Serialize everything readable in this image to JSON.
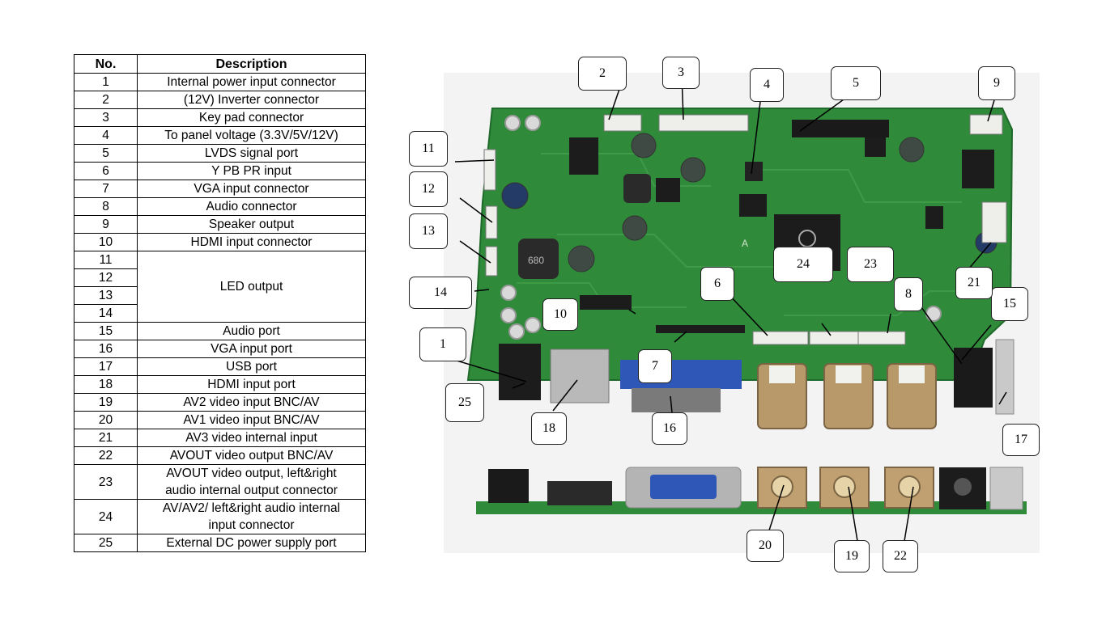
{
  "table": {
    "header_no": "No.",
    "header_desc": "Description",
    "rows": [
      {
        "no": "1",
        "desc": "Internal power input connector"
      },
      {
        "no": "2",
        "desc": "(12V) Inverter connector"
      },
      {
        "no": "3",
        "desc": "Key pad connector"
      },
      {
        "no": "4",
        "desc": "To panel voltage (3.3V/5V/12V)"
      },
      {
        "no": "5",
        "desc": "LVDS signal port"
      },
      {
        "no": "6",
        "desc": "Y PB PR input"
      },
      {
        "no": "7",
        "desc": "VGA input connector"
      },
      {
        "no": "8",
        "desc": "Audio connector"
      },
      {
        "no": "9",
        "desc": "Speaker output"
      },
      {
        "no": "10",
        "desc": "HDMI input connector"
      },
      {
        "no": "11",
        "desc": "LED output"
      },
      {
        "no": "12",
        "desc": ""
      },
      {
        "no": "13",
        "desc": ""
      },
      {
        "no": "14",
        "desc": ""
      },
      {
        "no": "15",
        "desc": "Audio port"
      },
      {
        "no": "16",
        "desc": "VGA input port"
      },
      {
        "no": "17",
        "desc": "USB port"
      },
      {
        "no": "18",
        "desc": "HDMI input port"
      },
      {
        "no": "19",
        "desc": "AV2 video input BNC/AV"
      },
      {
        "no": "20",
        "desc": "AV1 video input BNC/AV"
      },
      {
        "no": "21",
        "desc": "AV3 video internal input"
      },
      {
        "no": "22",
        "desc": "AVOUT video output BNC/AV"
      },
      {
        "no": "23",
        "desc": "AVOUT video output, left&right",
        "desc2": "audio internal output connector"
      },
      {
        "no": "24",
        "desc": "AV/AV2/ left&right audio internal",
        "desc2": "input connector"
      },
      {
        "no": "25",
        "desc": "External DC power supply port"
      }
    ]
  },
  "board": {
    "silkscreen_text": "A",
    "inductor_text": "680",
    "callouts": [
      "1",
      "2",
      "3",
      "4",
      "5",
      "6",
      "7",
      "8",
      "9",
      "10",
      "11",
      "12",
      "13",
      "14",
      "15",
      "16",
      "17",
      "18",
      "19",
      "20",
      "21",
      "22",
      "23",
      "24",
      "25"
    ]
  },
  "colors": {
    "pcb_green": "#2f8a3a",
    "pcb_dark": "#1f6a2a",
    "vga_blue": "#2f57b8",
    "connector_white": "#eeeeea",
    "bnc_metal": "#b89a6a"
  }
}
